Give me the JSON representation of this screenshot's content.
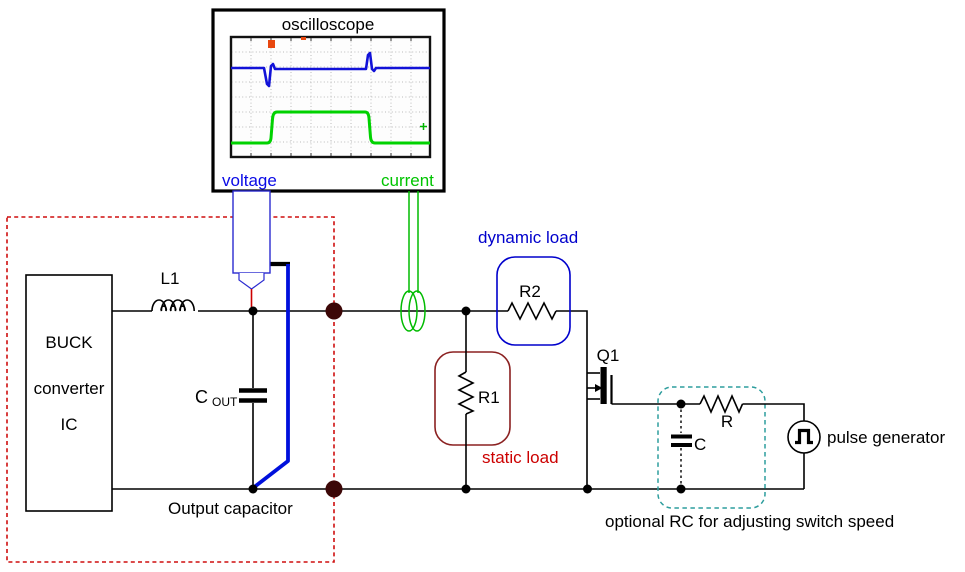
{
  "scope": {
    "title": "oscilloscope",
    "voltage_label": "voltage",
    "current_label": "current",
    "traces": {
      "voltage": "flat line with dip transient at load step-on and overshoot at load step-off",
      "current": "square pulse: low, high plateau, low"
    }
  },
  "buck_ic": {
    "line1": "BUCK",
    "line2": "converter",
    "line3": "IC"
  },
  "labels": {
    "inductor": "L1",
    "cout_main": "C",
    "cout_sub": "OUT",
    "output_capacitor": "Output capacitor",
    "r1": "R1",
    "r2": "R2",
    "q1": "Q1",
    "rc_r": "R",
    "rc_c": "C",
    "dynamic_load": "dynamic load",
    "static_load": "static load",
    "pulse_generator": "pulse generator",
    "rc_note": "optional RC for adjusting switch speed"
  },
  "colors": {
    "voltage_blue": "#0a0ae6",
    "scope_trace_blue": "#1212d8",
    "current_green": "#00c400",
    "scope_trace_green": "#00d200",
    "dynamic_load_blue": "#0000cc",
    "static_load_dark_red": "#8b2121",
    "boundary_red": "#cf0e0e",
    "teal_dashed": "#2d9d9d",
    "big_node_maroon": "#3c0707",
    "wire_black": "#000000",
    "marker_orange": "#e8470f"
  }
}
